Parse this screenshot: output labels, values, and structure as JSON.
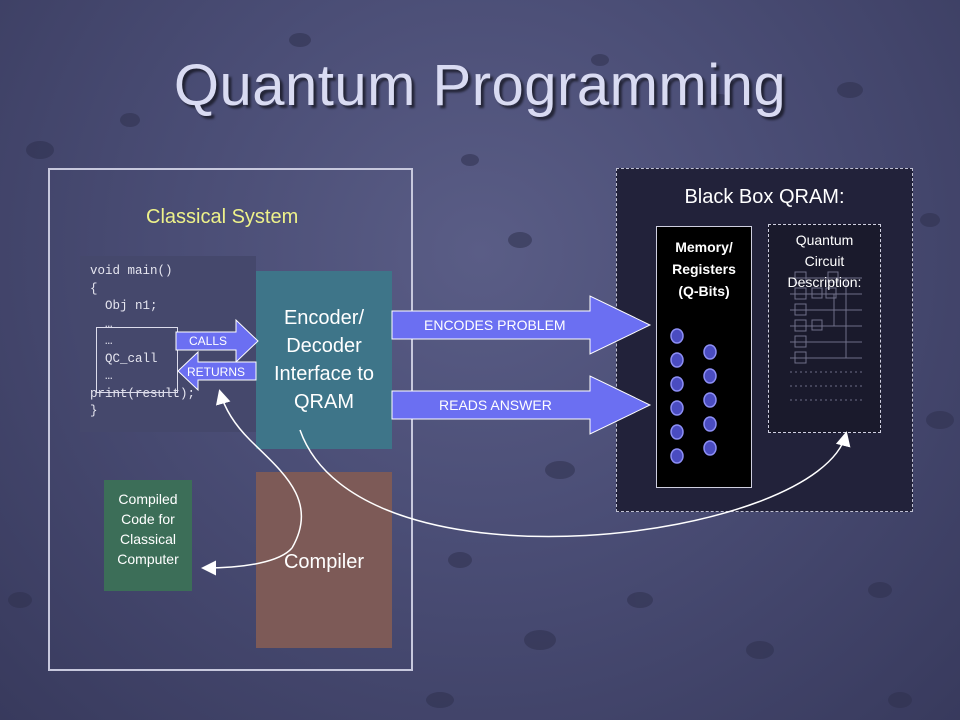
{
  "slide": {
    "title": "Quantum Programming"
  },
  "classical_system": {
    "label": "Classical System",
    "code_lines": [
      "void main()",
      "{",
      "  Obj n1;",
      "  …",
      "  …",
      "  QC_call",
      "  …",
      "print(result);",
      "}"
    ],
    "encoder_lines": [
      "Encoder/",
      "Decoder",
      "Interface to",
      "QRAM"
    ],
    "compiler_label": "Compiler",
    "compiled_code_lines": [
      "Compiled",
      "Code for",
      "Classical",
      "Computer"
    ]
  },
  "arrows": {
    "calls": "CALLS",
    "returns": "RETURNS",
    "encodes_problem": "ENCODES PROBLEM",
    "reads_answer": "READS ANSWER"
  },
  "black_box": {
    "label": "Black Box QRAM:",
    "memory_lines": [
      "Memory/",
      "Registers",
      "(Q-Bits)"
    ],
    "circuit_lines": [
      "Quantum",
      "Circuit",
      "Description:"
    ]
  },
  "colors": {
    "classical_label": "#eef28a",
    "encoder": "#3e7589",
    "compiler": "#7d5a57",
    "compiled_code": "#3c6e58",
    "arrow_fill": "#6b6ff2",
    "qubit": "#4a4cc0"
  }
}
